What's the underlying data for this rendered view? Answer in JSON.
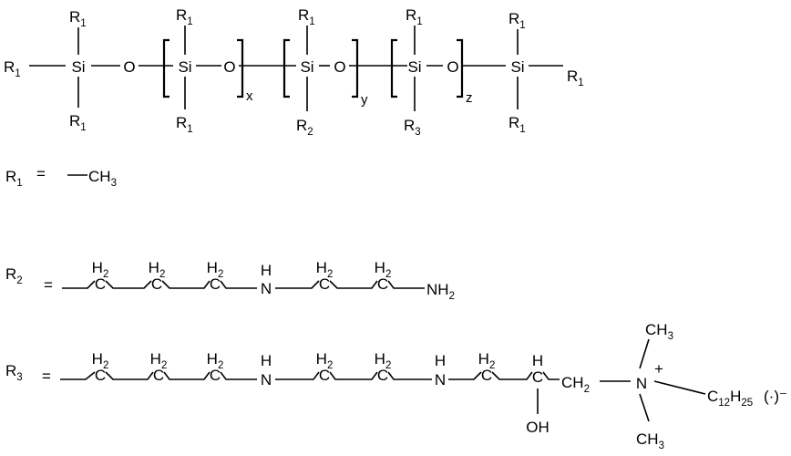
{
  "atoms": {
    "r1": "R",
    "r1_sub": "1",
    "r2": "R",
    "r2_sub": "2",
    "r3": "R",
    "r3_sub": "3",
    "si": "Si",
    "o": "O",
    "c": "C",
    "h": "H",
    "h2": "H",
    "h2_sub": "2",
    "n": "N",
    "nh2": "NH",
    "nh2_sub": "2",
    "ch3": "CH",
    "ch3_sub": "3",
    "ch2": "CH",
    "ch2_sub": "2",
    "oh": "OH",
    "plus": "+",
    "c12h25": "C",
    "c12h25_sub1": "12",
    "c12h25_h": "H",
    "c12h25_sub2": "25",
    "counterion": "(·)⁻"
  },
  "repeat_units": {
    "x": "x",
    "y": "y",
    "z": "z"
  },
  "definitions": {
    "equals": "=",
    "r1_value": "CH",
    "r1_value_sub": "3"
  }
}
